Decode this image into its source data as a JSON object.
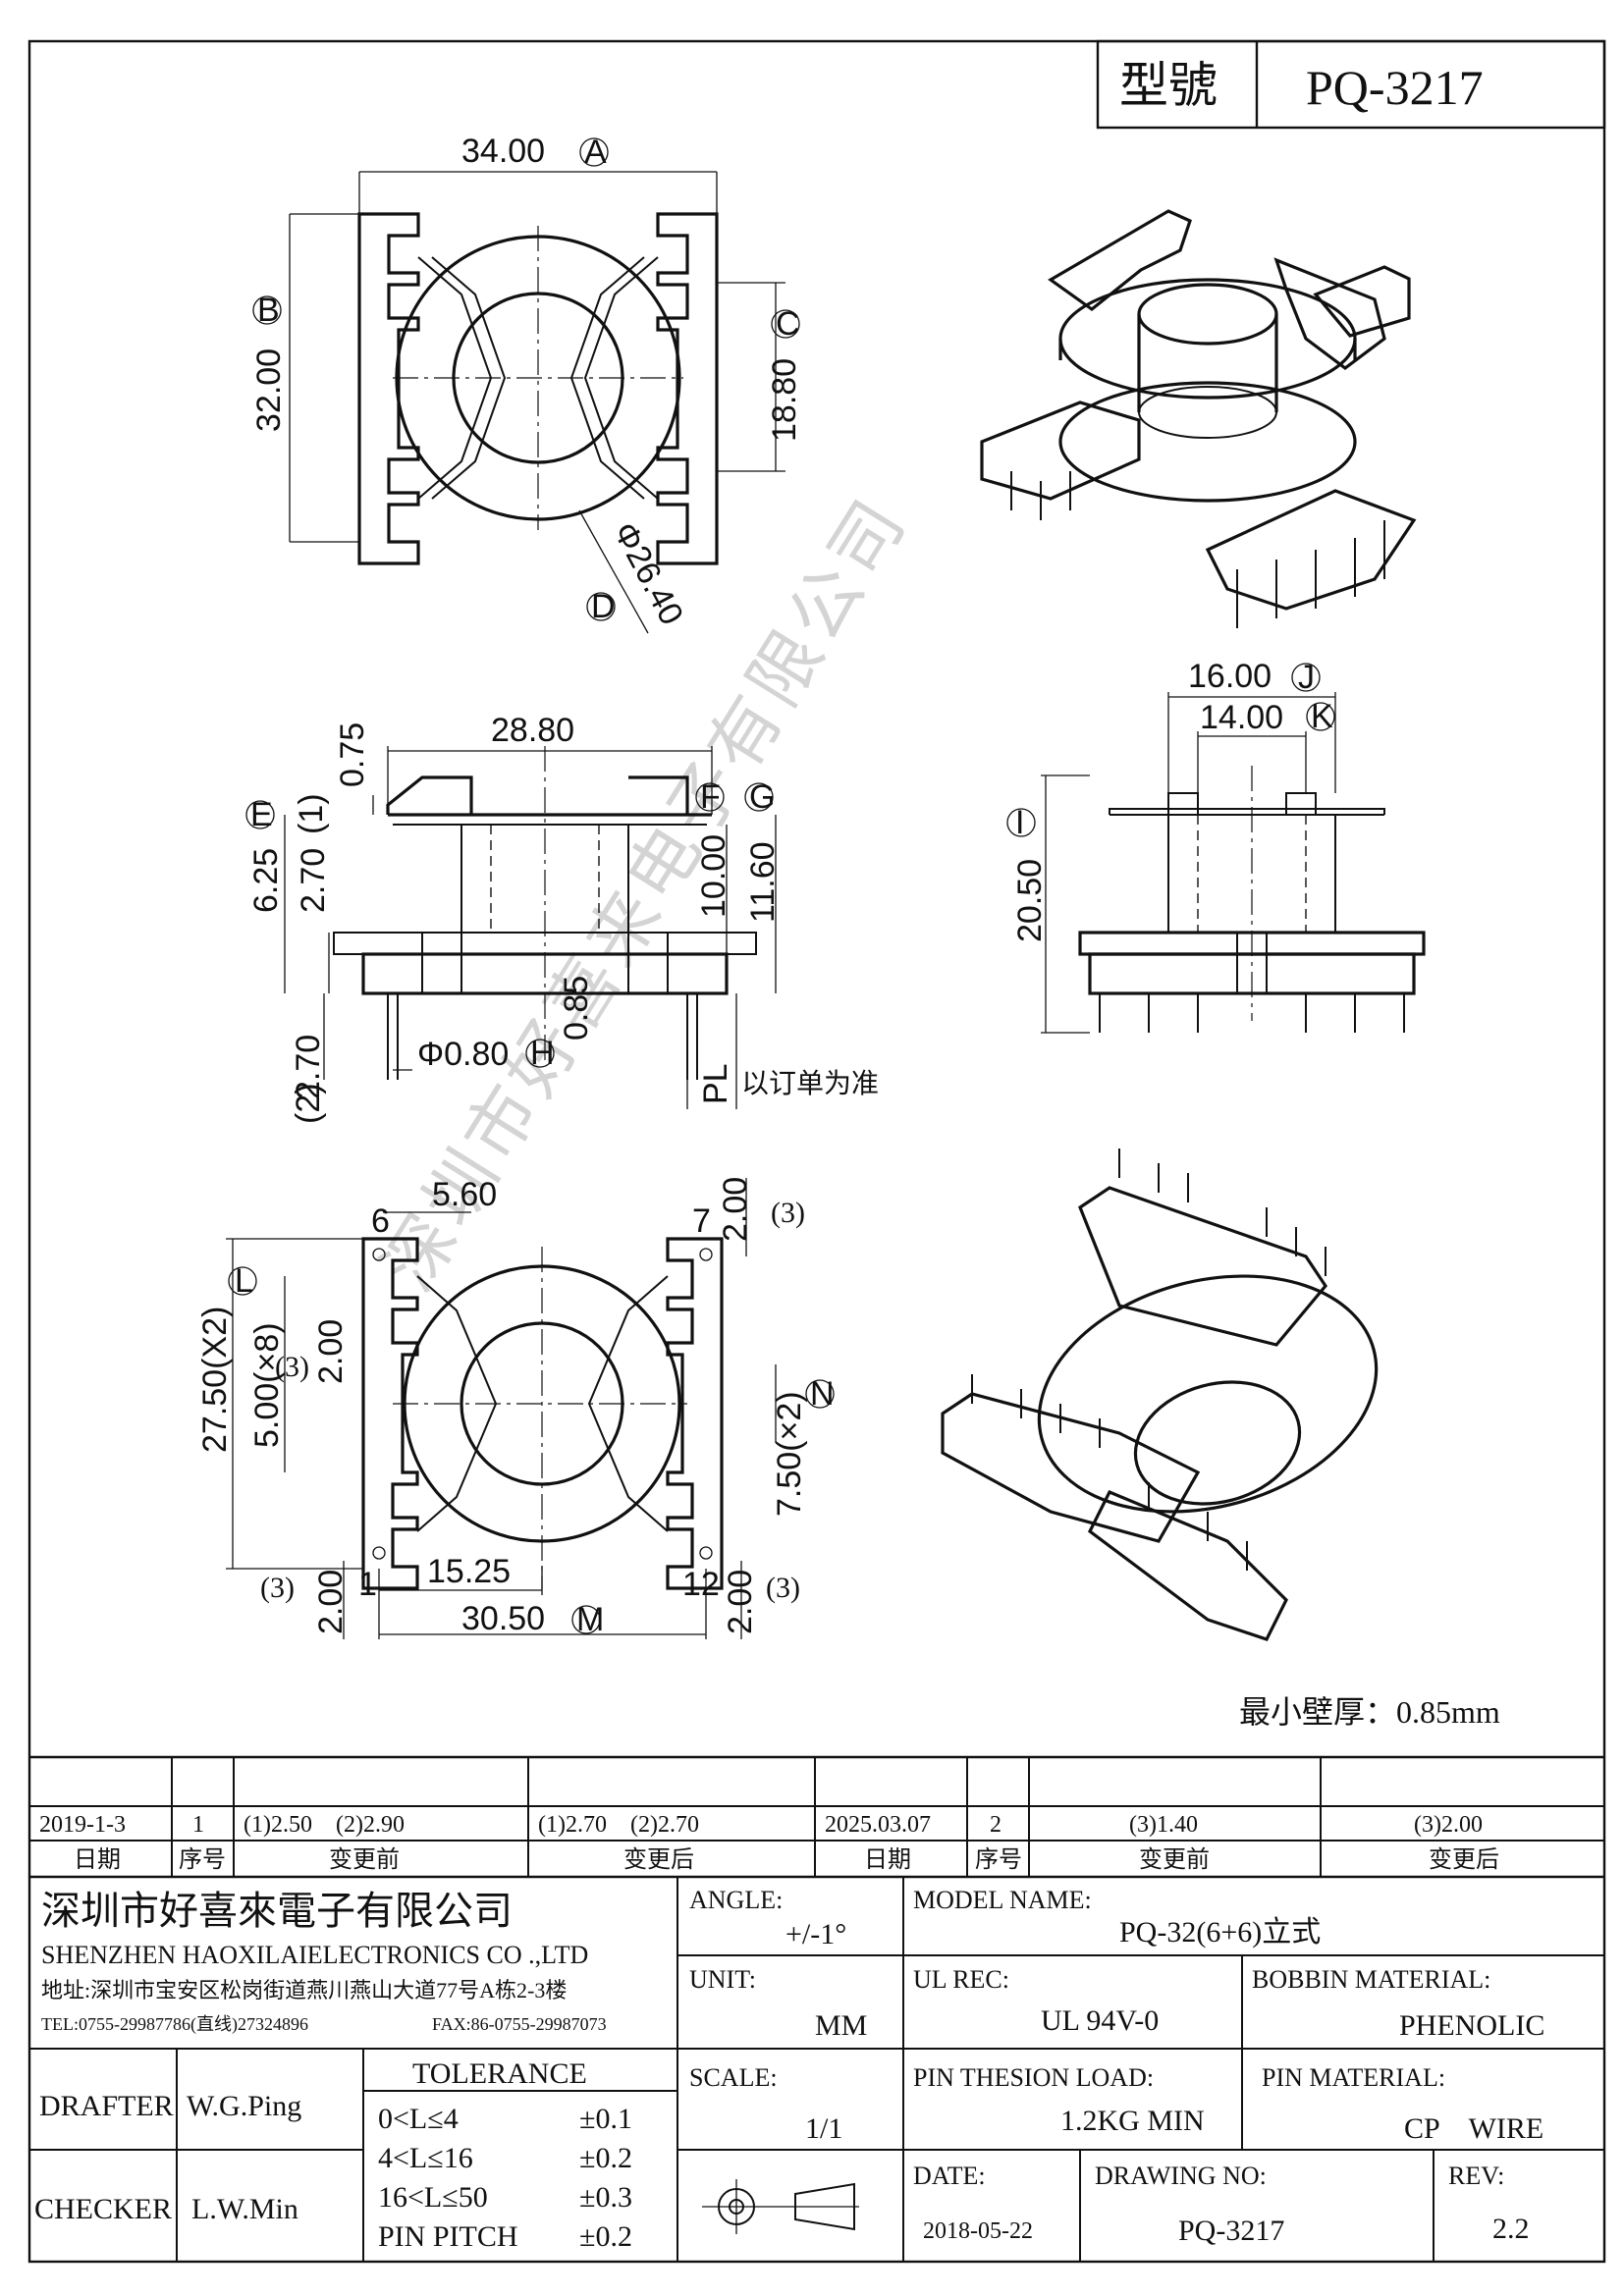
{
  "title_block": {
    "model_label": "型號",
    "model_value": "PQ-3217"
  },
  "watermark": "深圳市好喜来电子有限公司",
  "dimensions": {
    "top_view": {
      "width": "34.00",
      "width_tag": "A",
      "height": "32.00",
      "height_tag": "B",
      "inner_height": "18.80",
      "inner_height_tag": "C",
      "diameter": "Φ26.40",
      "diameter_tag": "D"
    },
    "side_view": {
      "flange_width": "28.80",
      "flange_thk": "0.75",
      "tag_e": "E",
      "tag_f": "F",
      "tag_g": "G",
      "h_625": "6.25",
      "h_270": "2.70",
      "h_270_note": "(1)",
      "h_1000": "10.00",
      "h_1160": "11.60",
      "pin_dia": "Φ0.80",
      "pin_dia_tag": "H",
      "wall_085": "0.85",
      "pin_len": "2.70",
      "pin_len_note": "(2)",
      "pl_label": "PL",
      "pl_note": "以订单为准"
    },
    "front_view": {
      "w_1600": "16.00",
      "w_1600_tag": "J",
      "w_1400": "14.00",
      "w_1400_tag": "K",
      "h_2050": "20.50",
      "h_2050_tag": "I"
    },
    "bottom_view": {
      "d_560": "5.60",
      "pin6": "6",
      "pin7": "7",
      "pin1": "1",
      "pin12": "12",
      "d_200_tr": "2.00",
      "note3_tr": "(3)",
      "d_2750": "27.50(X2)",
      "d_2750_tag": "L",
      "d_500": "5.00(×8)",
      "note3_l": "(3)",
      "d_200_l": "2.00",
      "d_750": "7.50(×2)",
      "d_750_tag": "N",
      "note3_bl": "(3)",
      "d_200_bl": "2.00",
      "d_1525": "15.25",
      "d_3050": "30.50",
      "d_3050_tag": "M",
      "d_200_br": "2.00",
      "note3_br": "(3)"
    }
  },
  "min_wall": "最小壁厚：0.85mm",
  "revisions": {
    "left": {
      "date": "2019-1-3",
      "seq": "1",
      "before": "(1)2.50　(2)2.90",
      "after": "(1)2.70　(2)2.70"
    },
    "right": {
      "date": "2025.03.07",
      "seq": "2",
      "before": "(3)1.40",
      "after": "(3)2.00"
    },
    "headers": {
      "date": "日期",
      "seq": "序号",
      "before": "变更前",
      "after": "变更后"
    }
  },
  "company": {
    "name_cn": "深圳市好喜來電子有限公司",
    "name_en": "SHENZHEN HAOXILAIELECTRONICS CO .,LTD",
    "address": "地址:深圳市宝安区松岗街道燕川燕山大道77号A栋2-3楼",
    "tel": "TEL:0755-29987786(直线)27324896",
    "fax": "FAX:86-0755-29987073"
  },
  "info": {
    "angle_label": "ANGLE:",
    "angle_value": "+/-1°",
    "model_name_label": "MODEL NAME:",
    "model_name_value": "PQ-32(6+6)立式",
    "unit_label": "UNIT:",
    "unit_value": "MM",
    "ul_label": "UL REC:",
    "ul_value": "UL 94V-0",
    "bobbin_label": "BOBBIN MATERIAL:",
    "bobbin_value": "PHENOLIC",
    "scale_label": "SCALE:",
    "scale_value": "1/1",
    "pin_load_label": "PIN THESION LOAD:",
    "pin_load_value": "1.2KG MIN",
    "pin_mat_label": "PIN MATERIAL:",
    "pin_mat_value": "CP　WIRE",
    "date_label": "DATE:",
    "date_value": "2018-05-22",
    "drawing_label": "DRAWING NO:",
    "drawing_value": "PQ-3217",
    "rev_label": "REV:",
    "rev_value": "2.2"
  },
  "people": {
    "drafter_label": "DRAFTER",
    "drafter_value": "W.G.Ping",
    "checker_label": "CHECKER",
    "checker_value": "L.W.Min"
  },
  "tolerance": {
    "title": "TOLERANCE",
    "rows": [
      {
        "range": "0<L≤4",
        "tol": "±0.1"
      },
      {
        "range": "4<L≤16",
        "tol": "±0.2"
      },
      {
        "range": "16<L≤50",
        "tol": "±0.3"
      },
      {
        "range": "PIN PITCH",
        "tol": "±0.2"
      }
    ]
  }
}
